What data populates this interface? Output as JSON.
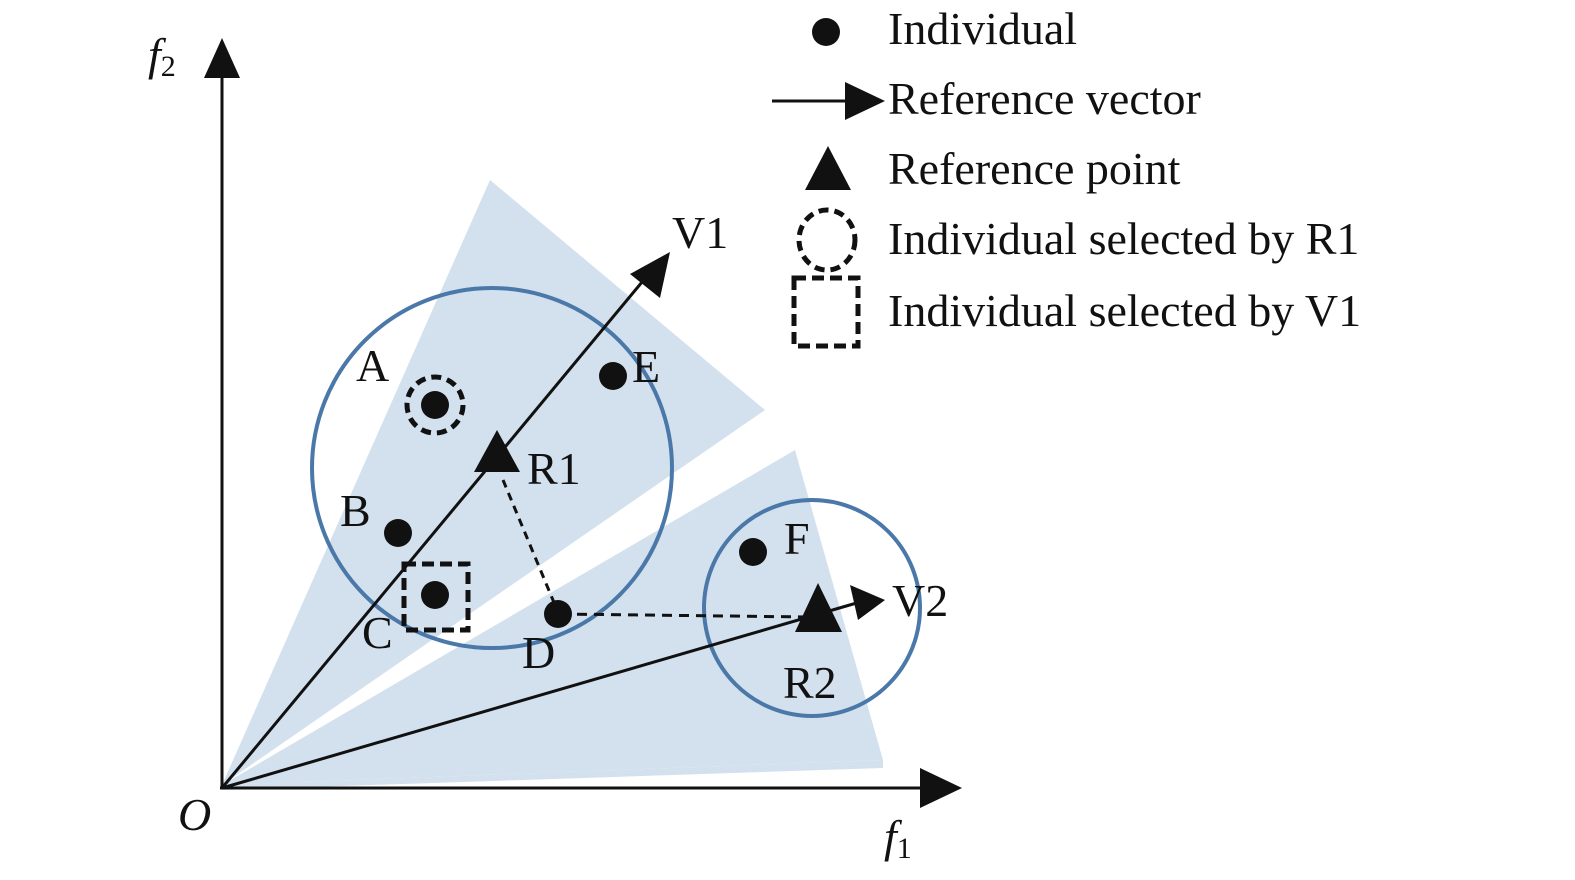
{
  "diagram": {
    "axes": {
      "origin_label": "O",
      "x_label": "f",
      "x_subscript": "1",
      "y_label": "f",
      "y_subscript": "2"
    },
    "vectors": [
      {
        "id": "V1",
        "label": "V1"
      },
      {
        "id": "V2",
        "label": "V2"
      }
    ],
    "reference_points": [
      {
        "id": "R1",
        "label": "R1"
      },
      {
        "id": "R2",
        "label": "R2"
      }
    ],
    "individuals": [
      {
        "id": "A",
        "label": "A",
        "selected_by": "R1"
      },
      {
        "id": "B",
        "label": "B"
      },
      {
        "id": "C",
        "label": "C",
        "selected_by": "V1"
      },
      {
        "id": "D",
        "label": "D"
      },
      {
        "id": "E",
        "label": "E"
      },
      {
        "id": "F",
        "label": "F"
      }
    ],
    "colors": {
      "wedge_fill": "#d3e1ee",
      "circle_stroke": "#4a78a8",
      "ink": "#111111"
    }
  },
  "legend": {
    "items": [
      {
        "symbol": "filled-circle",
        "label": "Individual"
      },
      {
        "symbol": "arrow",
        "label": "Reference vector"
      },
      {
        "symbol": "filled-triangle",
        "label": "Reference point"
      },
      {
        "symbol": "dashed-circle",
        "label": "Individual selected by R1"
      },
      {
        "symbol": "dashed-square",
        "label": "Individual selected by V1"
      }
    ]
  }
}
